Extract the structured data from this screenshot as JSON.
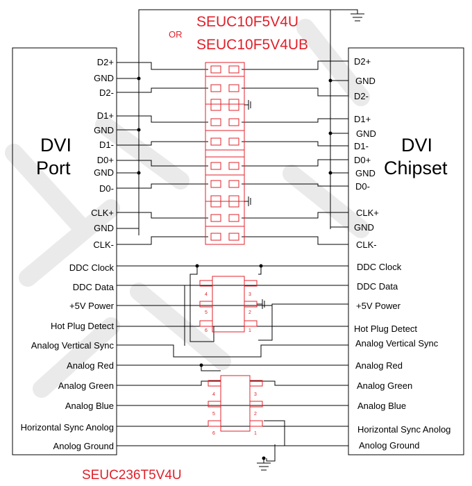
{
  "colors": {
    "accent": "#e0202a",
    "line": "#000000"
  },
  "parts": {
    "tmds_primary": "SEUC10F5V4U",
    "or_text": "OR",
    "tmds_alternate": "SEUC10F5V4UB",
    "ddc_part": "SEUC236T5V4U"
  },
  "blocks": {
    "left_title_1": "DVI",
    "left_title_2": "Port",
    "right_title_1": "DVI",
    "right_title_2": "Chipset"
  },
  "left_signals": [
    "D2+",
    "GND",
    "D2-",
    "D1+",
    "GND",
    "D1-",
    "D0+",
    "GND",
    "D0-",
    "CLK+",
    "GND",
    "CLK-",
    "DDC Clock",
    "DDC Data",
    "+5V Power",
    "Hot Plug Detect",
    "Analog Vertical Sync",
    "Analog Red",
    "Analog Green",
    "Analog Blue",
    "Horizontal Sync Anolog",
    "Anolog Ground"
  ],
  "right_signals": [
    "D2+",
    "GND",
    "D2-",
    "D1+",
    "GND",
    "D1-",
    "D0+",
    "GND",
    "D0-",
    "CLK+",
    "GND",
    "CLK-",
    "DDC Clock",
    "DDC Data",
    "+5V Power",
    "Hot Plug Detect",
    "Analog Vertical Sync",
    "Analog Red",
    "Analog Green",
    "Analog Blue",
    "Horizontal Sync Anolog",
    "Anolog Ground"
  ],
  "tvs_pin_labels": [
    "4",
    "5",
    "6",
    "3",
    "2",
    "1"
  ]
}
